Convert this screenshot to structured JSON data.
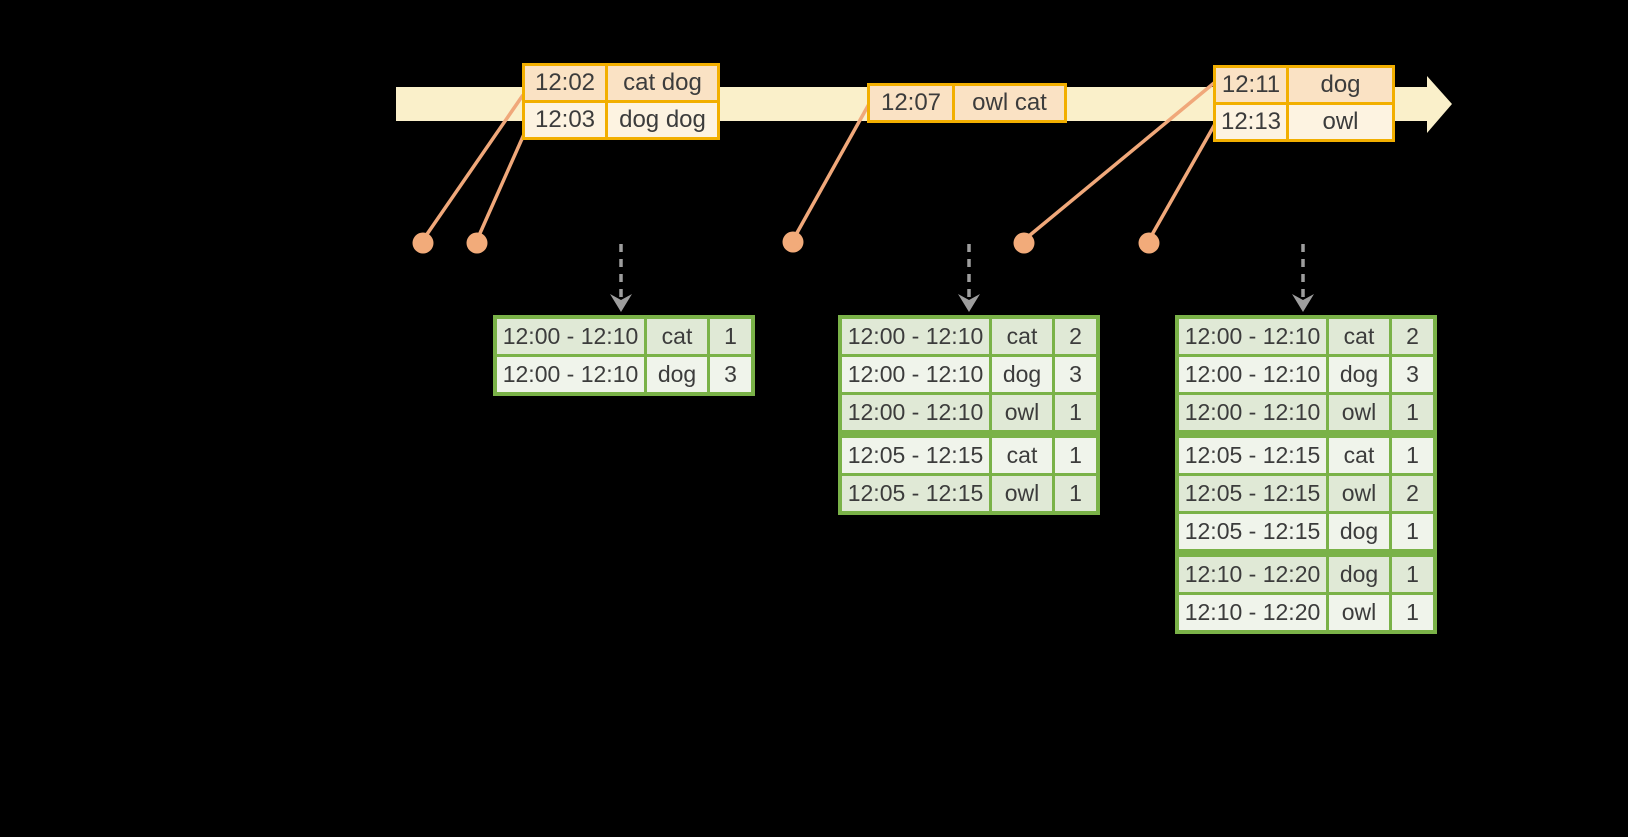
{
  "diagram": {
    "description_colors": {
      "background": "#000000",
      "timeline_fill": "#FAF0CA",
      "event_box_border": "#F2AF00",
      "event_row_dark": "#FAE2C4",
      "event_row_light": "#FDF3E1",
      "connector_salmon": "#F0A87A",
      "dashed_arrow_gray": "#9E9E9E",
      "table_border_green": "#7AB248",
      "table_row_dark": "#E0E9D6",
      "table_row_light": "#F0F4EB",
      "text": "#3C3C3C"
    },
    "icons": {
      "timeline_arrow": "right-arrow",
      "flow_arrow": "dashed-down-arrow",
      "event_marker": "dot"
    }
  },
  "events": [
    {
      "rows": [
        [
          "12:02",
          "cat dog"
        ],
        [
          "12:03",
          "dog dog"
        ]
      ]
    },
    {
      "rows": [
        [
          "12:07",
          "owl cat"
        ]
      ]
    },
    {
      "rows": [
        [
          "12:11",
          "dog"
        ],
        [
          "12:13",
          "owl"
        ]
      ]
    }
  ],
  "result_tables": [
    {
      "rows": [
        [
          "12:00 - 12:10",
          "cat",
          "1"
        ],
        [
          "12:00 - 12:10",
          "dog",
          "3"
        ]
      ]
    },
    {
      "rows": [
        [
          "12:00 - 12:10",
          "cat",
          "2"
        ],
        [
          "12:00 - 12:10",
          "dog",
          "3"
        ],
        [
          "12:00 - 12:10",
          "owl",
          "1"
        ],
        [
          "12:05 - 12:15",
          "cat",
          "1"
        ],
        [
          "12:05 - 12:15",
          "owl",
          "1"
        ]
      ]
    },
    {
      "rows": [
        [
          "12:00 - 12:10",
          "cat",
          "2"
        ],
        [
          "12:00 - 12:10",
          "dog",
          "3"
        ],
        [
          "12:00 - 12:10",
          "owl",
          "1"
        ],
        [
          "12:05 - 12:15",
          "cat",
          "1"
        ],
        [
          "12:05 - 12:15",
          "owl",
          "2"
        ],
        [
          "12:05 - 12:15",
          "dog",
          "1"
        ],
        [
          "12:10 - 12:20",
          "dog",
          "1"
        ],
        [
          "12:10 - 12:20",
          "owl",
          "1"
        ]
      ]
    }
  ]
}
